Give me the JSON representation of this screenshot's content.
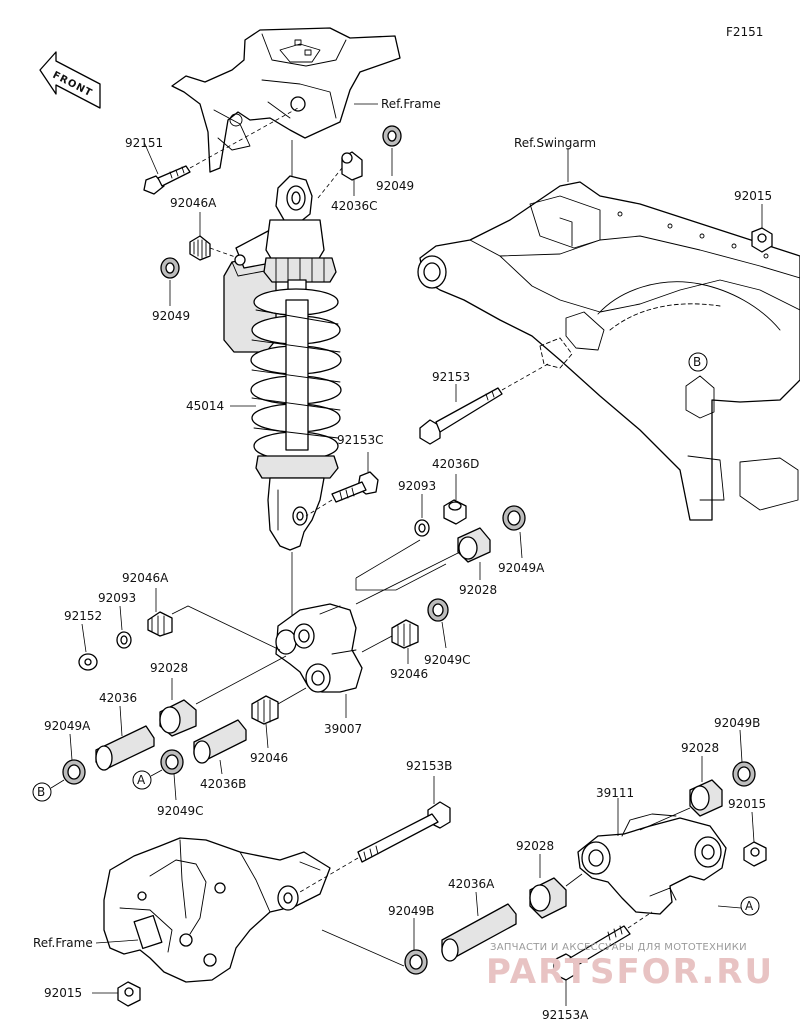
{
  "figure_code": "F2151",
  "front_marker": "FRONT",
  "refs": {
    "frame_top": "Ref.Frame",
    "frame_bottom": "Ref.Frame",
    "swingarm": "Ref.Swingarm"
  },
  "callouts": {
    "p92151": "92151",
    "p92046A_top": "92046A",
    "p92049_left": "92049",
    "p42036C": "42036C",
    "p92049_top": "92049",
    "p45014": "45014",
    "p92015_top": "92015",
    "p92153": "92153",
    "p92153C": "92153C",
    "p42036D": "42036D",
    "p92093_mid": "92093",
    "p92049A_mid": "92049A",
    "p92028_mid": "92028",
    "p92046A_mid": "92046A",
    "p92093_left": "92093",
    "p92152": "92152",
    "p92028_left": "92028",
    "p92049C_mid": "92049C",
    "p92046_mid": "92046",
    "p39007": "39007",
    "p42036": "42036",
    "p92049A_left": "92049A",
    "p42036B": "42036B",
    "p92046_low": "92046",
    "p92049C_low": "92049C",
    "p92153B": "92153B",
    "p92049B_right": "92049B",
    "p92028_right": "92028",
    "p39111": "39111",
    "p92015_right": "92015",
    "p92028_low": "92028",
    "p42036A": "42036A",
    "p92049B_low": "92049B",
    "p92015_bottom": "92015",
    "p92153A": "92153A"
  },
  "ref_markers": {
    "a1": "A",
    "a2": "A",
    "b1": "B",
    "b2": "B"
  },
  "watermark": {
    "tagline": "ЗАПЧАСТИ И АКСЕССУАРЫ ДЛЯ МОТОТЕХНИКИ",
    "brand": "PARTSFOR.RU"
  }
}
